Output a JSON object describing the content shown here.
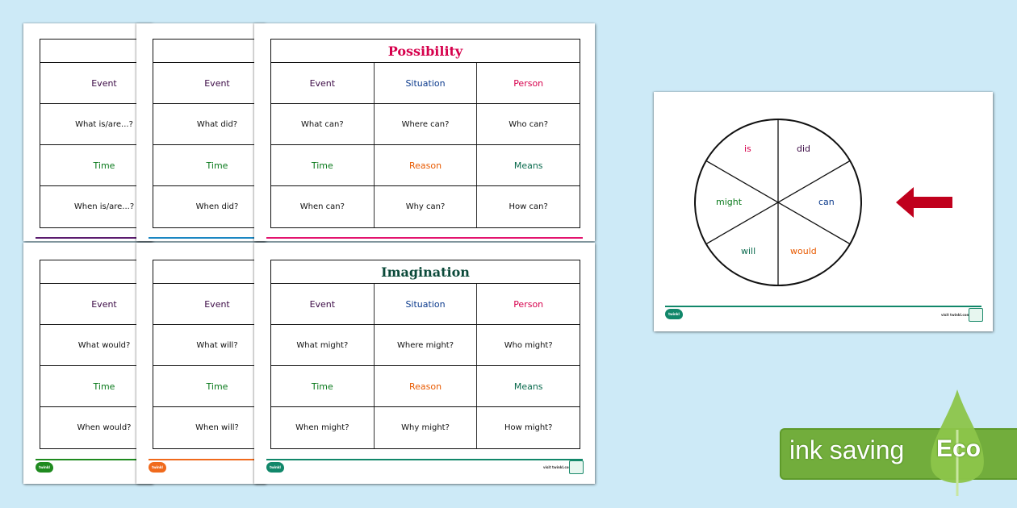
{
  "colors": {
    "background": "#cdeaf7",
    "event": "#3b0a45",
    "situation": "#0b3a8c",
    "person": "#d6004c",
    "time": "#0a7a1c",
    "reason": "#e85a00",
    "means": "#0b6b4e",
    "possibility_title": "#d6004c",
    "imagination_title": "#0b4a3a",
    "arrow": "#c0001d",
    "eco_green": "#72ad3c"
  },
  "sheets": {
    "top_back1": {
      "cells": [
        "Event",
        "What is/are...?",
        "Time",
        "When is/are...?"
      ],
      "footer_color": "#5a1a6e"
    },
    "top_back2": {
      "cells": [
        "Event",
        "What did?",
        "Time",
        "When did?"
      ],
      "footer_color": "#1a86c2"
    },
    "possibility": {
      "title": "Possibility",
      "rows": [
        [
          "Event",
          "Situation",
          "Person"
        ],
        [
          "What can?",
          "Where can?",
          "Who can?"
        ],
        [
          "Time",
          "Reason",
          "Means"
        ],
        [
          "When can?",
          "Why can?",
          "How can?"
        ]
      ],
      "footer_color": "#e3136e"
    },
    "bottom_back1": {
      "cells": [
        "Event",
        "What would?",
        "Time",
        "When would?"
      ],
      "footer_color": "#1f8a1f"
    },
    "bottom_back2": {
      "cells": [
        "Event",
        "What will?",
        "Time",
        "When will?"
      ],
      "footer_color": "#f06a1c"
    },
    "imagination": {
      "title": "Imagination",
      "rows": [
        [
          "Event",
          "Situation",
          "Person"
        ],
        [
          "What might?",
          "Where might?",
          "Who might?"
        ],
        [
          "Time",
          "Reason",
          "Means"
        ],
        [
          "When might?",
          "Why might?",
          "How might?"
        ]
      ],
      "footer_color": "#11876a"
    }
  },
  "spinner": {
    "segments": [
      "is",
      "did",
      "can",
      "would",
      "will",
      "might"
    ],
    "footer_color": "#11876a"
  },
  "logo": {
    "label": "twinkl",
    "footer_small_text": "visit twinkl.com"
  },
  "eco_badge": {
    "text": "ink saving",
    "word": "Eco"
  }
}
